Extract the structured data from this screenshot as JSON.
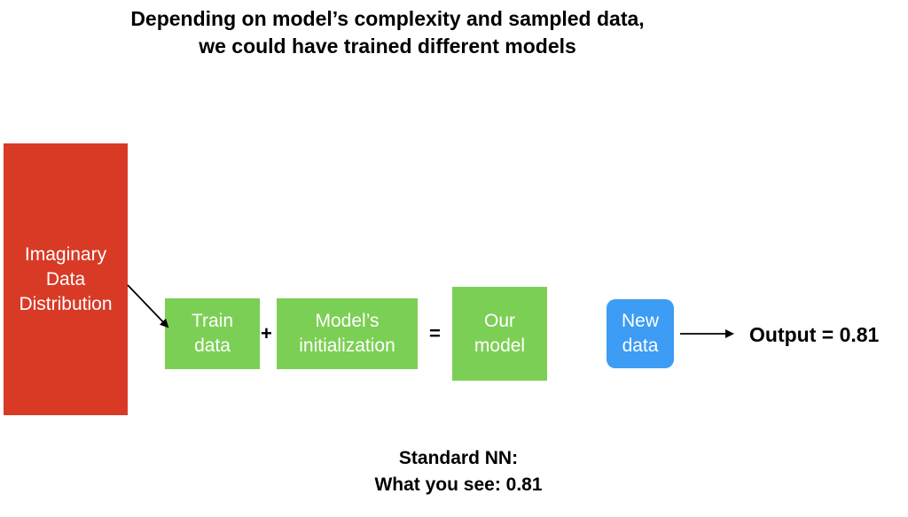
{
  "title": {
    "line1": "Depending on model’s complexity and sampled data,",
    "line2": "we could have trained different models"
  },
  "boxes": {
    "distribution": {
      "line1": "Imaginary",
      "line2": "Data",
      "line3": "Distribution",
      "color": "#d83a26"
    },
    "train_data": {
      "line1": "Train",
      "line2": "data",
      "color": "#7ccf55"
    },
    "initialization": {
      "line1": "Model’s",
      "line2": "initialization",
      "color": "#7ccf55"
    },
    "our_model": {
      "line1": "Our",
      "line2": "model",
      "color": "#7ccf55"
    },
    "new_data": {
      "line1": "New",
      "line2": "data",
      "color": "#3d9cf3"
    }
  },
  "operators": {
    "plus": "+",
    "equals": "="
  },
  "output": "Output = 0.81",
  "caption": {
    "line1": "Standard NN:",
    "line2": "What you see: 0.81"
  }
}
